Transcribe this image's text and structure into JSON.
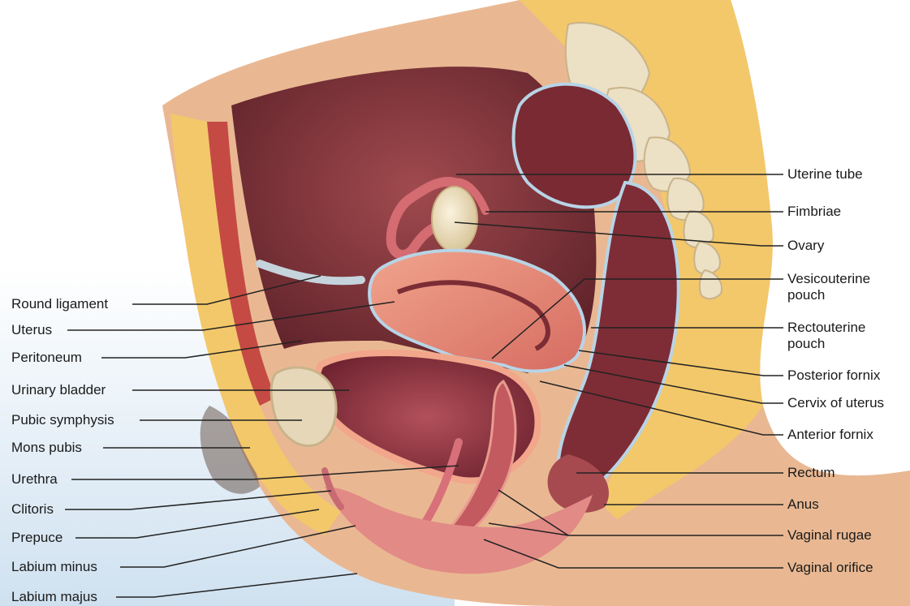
{
  "labels_left": [
    {
      "id": "round-ligament",
      "text": "Round ligament"
    },
    {
      "id": "uterus",
      "text": "Uterus"
    },
    {
      "id": "peritoneum",
      "text": "Peritoneum"
    },
    {
      "id": "urinary-bladder",
      "text": "Urinary bladder"
    },
    {
      "id": "pubic-symphysis",
      "text": "Pubic symphysis"
    },
    {
      "id": "mons-pubis",
      "text": "Mons pubis"
    },
    {
      "id": "urethra",
      "text": "Urethra"
    },
    {
      "id": "clitoris",
      "text": "Clitoris"
    },
    {
      "id": "prepuce",
      "text": "Prepuce"
    },
    {
      "id": "labium-minus",
      "text": "Labium minus"
    },
    {
      "id": "labium-majus",
      "text": "Labium majus"
    }
  ],
  "labels_right": [
    {
      "id": "uterine-tube",
      "text": "Uterine tube"
    },
    {
      "id": "fimbriae",
      "text": "Fimbriae"
    },
    {
      "id": "ovary",
      "text": "Ovary"
    },
    {
      "id": "vesicouterine-pouch",
      "text": "Vesicouterine pouch"
    },
    {
      "id": "rectouterine-pouch",
      "text": "Rectouterine pouch"
    },
    {
      "id": "posterior-fornix",
      "text": "Posterior fornix"
    },
    {
      "id": "cervix-of-uterus",
      "text": "Cervix of uterus"
    },
    {
      "id": "anterior-fornix",
      "text": "Anterior fornix"
    },
    {
      "id": "rectum",
      "text": "Rectum"
    },
    {
      "id": "anus",
      "text": "Anus"
    },
    {
      "id": "vaginal-rugae",
      "text": "Vaginal rugae"
    },
    {
      "id": "vaginal-orifice",
      "text": "Vaginal orifice"
    }
  ],
  "colors": {
    "skin": "#e8b591",
    "fat": "#f2c766",
    "muscle": "#c4544a",
    "cavity": "#8a3a3f",
    "cavity_dark": "#5e2128",
    "tissue_pink": "#e58d86",
    "bone": "#e8dcc3",
    "leader": "#222222",
    "sky": "#d4e5f3"
  }
}
